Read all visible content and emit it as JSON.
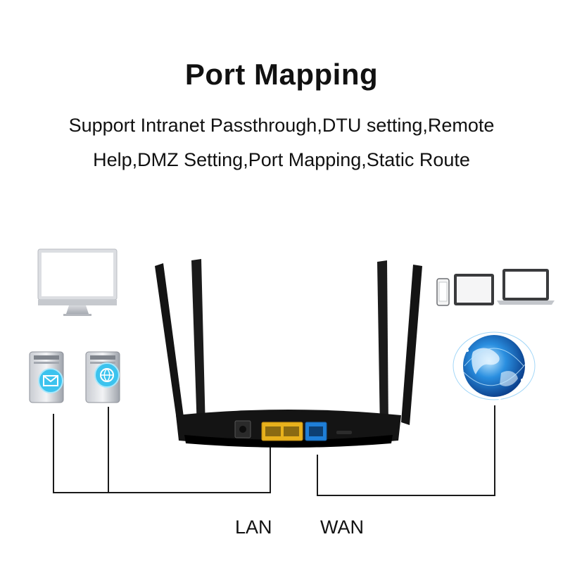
{
  "title": "Port Mapping",
  "subtitle_lines": [
    "Support Intranet Passthrough,DTU setting,Remote",
    "Help,DMZ Setting,Port Mapping,Static Route"
  ],
  "labels": {
    "lan": "LAN",
    "wan": "WAN"
  },
  "icons": {
    "lan_devices": [
      "desktop-monitor-icon",
      "mail-server-icon",
      "web-server-icon"
    ],
    "wan_devices": [
      "smartphone-icon",
      "tablet-icon",
      "laptop-icon",
      "globe-internet-icon"
    ],
    "router": "router-icon"
  },
  "colors": {
    "lan_port": "#e8b11c",
    "wan_port": "#1f7fd8",
    "router_body": "#141414",
    "server_badge": "#3cc3ee",
    "globe": "#1a7fd6"
  }
}
